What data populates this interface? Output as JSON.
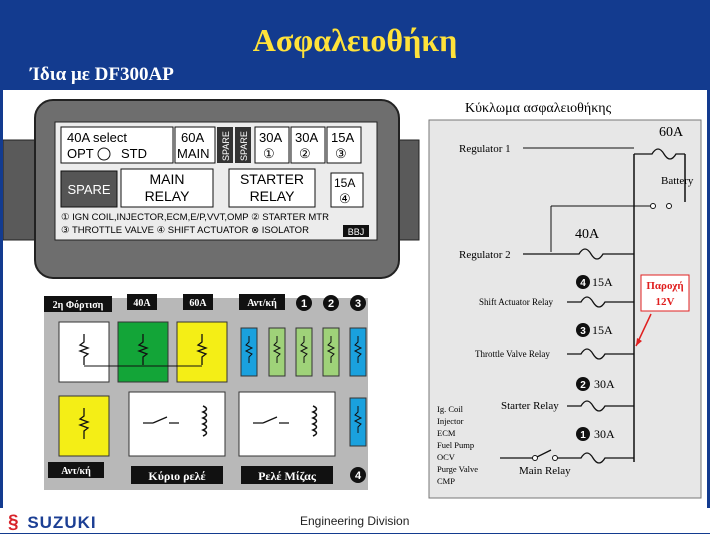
{
  "title": "Ασφαλειοθήκη",
  "subtitle": "Ίδια με  DF300AP",
  "footer": {
    "brand": "SUZUKI",
    "division": "Engineering Division"
  },
  "fusebox": {
    "top_row": [
      "40A  select",
      "OPT",
      "STD",
      "60A",
      "MAIN",
      "SPARE",
      "SPARE",
      "30A",
      "①",
      "30A",
      "②",
      "15A",
      "③"
    ],
    "spare": "SPARE",
    "main_relay": [
      "MAIN",
      "RELAY"
    ],
    "starter_relay": [
      "STARTER",
      "RELAY"
    ],
    "fuse4": [
      "15A",
      "④"
    ],
    "legend_line1": "① IGN COIL,INJECTOR,ECM,E/P,VVT,OMP ② STARTER MTR",
    "legend_line2": "③ THROTTLE VALVE ④ SHIFT ACTUATOR ⊗ ISOLATOR",
    "code": "BBJ"
  },
  "layout_labels": {
    "label_2nd_charge": "2η Φόρτιση",
    "label_40a": "40A",
    "label_60a": "60A",
    "label_antikh_top": "Αντ/κή",
    "num_1": "1",
    "num_2": "2",
    "num_3": "3",
    "num_4": "4",
    "label_antikh_bottom": "Αντ/κή",
    "label_main_relay": "Κύριο ρελέ",
    "label_starter_relay": "Ρελέ Μίζας"
  },
  "circuit": {
    "heading": "Κύκλωμα ασφαλειοθήκης",
    "fuse_60a": "60A",
    "battery": "Battery",
    "regulator1": "Regulator  1",
    "fuse_40a": "40A",
    "regulator2": "Regulator  2",
    "fuse_15a_4": "15A",
    "shift_relay": "Shift Actuator Relay",
    "supply_line1": "Παροχή",
    "supply_line2": "12V",
    "fuse_15a_3": "15A",
    "throttle_relay": "Throttle Valve  Relay",
    "fuse_30a_2": "30A",
    "starter_relay": "Starter Relay",
    "fuse_30a_1": "30A",
    "loads": [
      "Ig. Coil",
      "Injector",
      "ECM",
      "Fuel Pump",
      "OCV",
      "Purge Valve",
      "CMP"
    ],
    "main_relay": "Main Relay",
    "badge_4": "4",
    "badge_3": "3",
    "badge_2": "2",
    "badge_1": "1"
  },
  "colors": {
    "background": "#133b8f",
    "title": "#ffe23a",
    "green": "#13a538",
    "yellow": "#f4ee16",
    "lightgreen": "#9fd279",
    "blue": "#1aa1de",
    "red": "#e02020"
  }
}
